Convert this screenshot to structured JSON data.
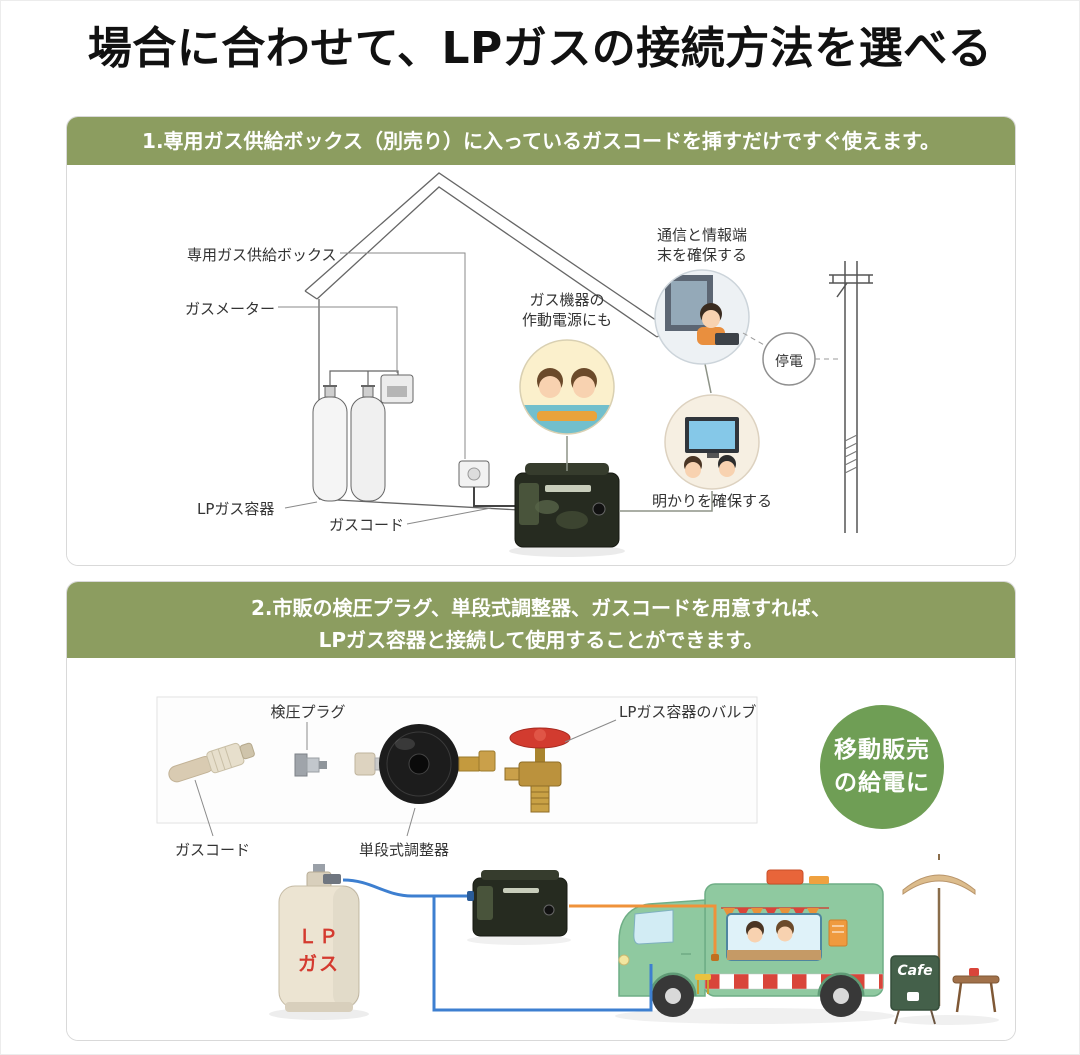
{
  "page": {
    "title": "場合に合わせて、LPガスの接続方法を選べる"
  },
  "section1": {
    "header": "1.専用ガス供給ボックス（別売り）に入っているガスコードを挿すだけですぐ使えます。",
    "labels": {
      "supply_box": "専用ガス供給ボックス",
      "gas_meter": "ガスメーター",
      "lp_container": "LPガス容器",
      "gas_cord": "ガスコード",
      "appliance_line1": "ガス機器の",
      "appliance_line2": "作動電源にも",
      "comm_line1": "通信と情報端",
      "comm_line2": "末を確保する",
      "blackout": "停電",
      "light": "明かりを確保する"
    }
  },
  "section2": {
    "header_line1": "2.市販の検圧プラグ、単段式調整器、ガスコードを用意すれば、",
    "header_line2": "LPガス容器と接続して使用することができます。",
    "labels": {
      "pressure_plug": "検圧プラグ",
      "container_valve": "LPガス容器のバルブ",
      "gas_cord": "ガスコード",
      "regulator": "単段式調整器",
      "badge_line1": "移動販売",
      "badge_line2": "の給電に",
      "tank_line1": "ＬＰ",
      "tank_line2": "ガス",
      "cafe_sign": "Cafe"
    }
  },
  "colors": {
    "header_green": "#8c9d60",
    "badge_green": "#6f9e55",
    "truck_green": "#8fc9a0",
    "hose_blue": "#3d7fd0",
    "cord_orange": "#ef923a",
    "tank_text_red": "#d43a2f"
  }
}
